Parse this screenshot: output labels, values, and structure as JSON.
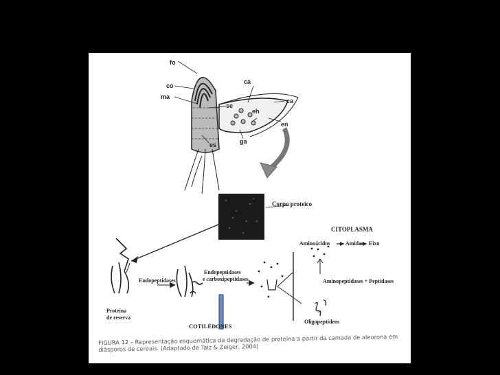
{
  "seed_labels": {
    "fo": "fo",
    "co": "co",
    "ma": "ma",
    "se": "se",
    "es": "es",
    "ca_top": "ca",
    "ca_right": "ca",
    "eh": "eh",
    "en": "en",
    "ga": "ga"
  },
  "protein_body_label": "Corpo proteico",
  "cytoplasm": {
    "title": "CITOPLASMA",
    "aminoacids": "Aminoácidos",
    "amides": "Amidas",
    "axis": "Eixo",
    "aminopeptidases": "Aminopeptidases + Peptidases",
    "oligopeptides": "Oligopeptídeos"
  },
  "cotyledon_steps": {
    "reserve_protein_line1": "Proteína",
    "reserve_protein_line2": "de reserva",
    "endopeptidases": "Endopeptidases",
    "endo_carboxy_line1": "Endopeptidases",
    "endo_carboxy_line2": "e carboxipeptidases",
    "cotyledons": "COTILÉDONES"
  },
  "caption": {
    "figure_label": "FIGURA 12",
    "text": " – Representação esquemática da degradação de proteína a partir da camada de aleurona em diásporos de cereais. (Adaptado de Taiz & Zeiger, 2004)"
  },
  "colors": {
    "background": "#000000",
    "slide": "#ffffff",
    "ink": "#222222",
    "cursor_bar": "#6f8fb8"
  }
}
